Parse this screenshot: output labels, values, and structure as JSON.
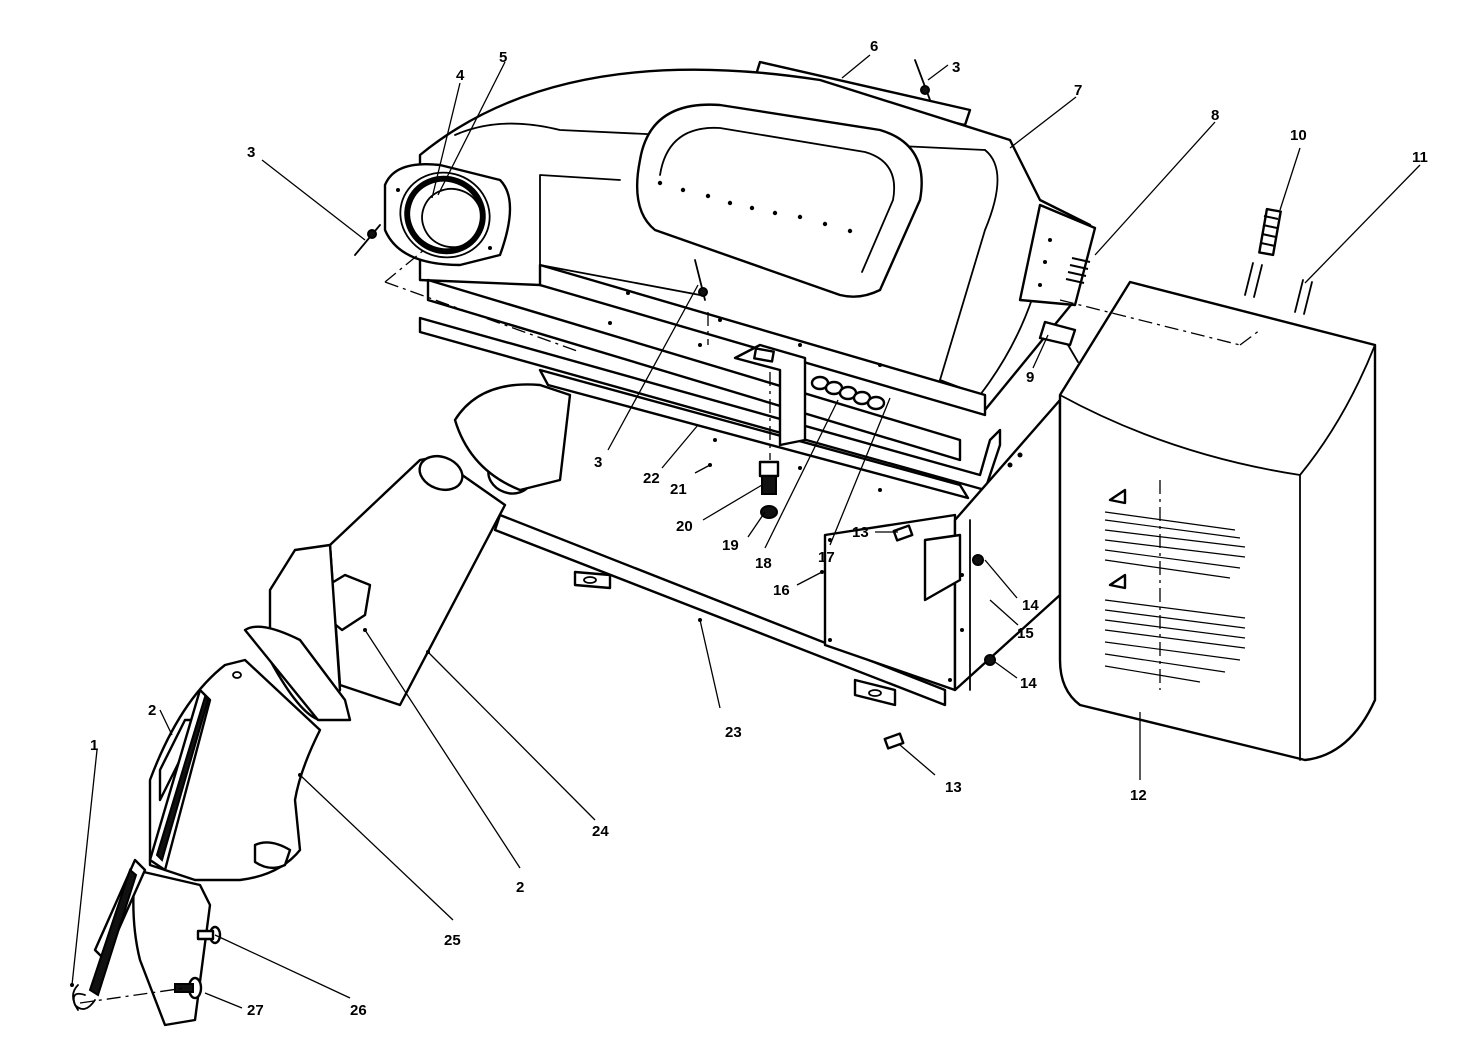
{
  "callouts": [
    {
      "id": "c1",
      "label": "1"
    },
    {
      "id": "c2a",
      "label": "2"
    },
    {
      "id": "c2b",
      "label": "2"
    },
    {
      "id": "c3a",
      "label": "3"
    },
    {
      "id": "c3b",
      "label": "3"
    },
    {
      "id": "c3c",
      "label": "3"
    },
    {
      "id": "c4",
      "label": "4"
    },
    {
      "id": "c5",
      "label": "5"
    },
    {
      "id": "c6",
      "label": "6"
    },
    {
      "id": "c7",
      "label": "7"
    },
    {
      "id": "c8",
      "label": "8"
    },
    {
      "id": "c9",
      "label": "9"
    },
    {
      "id": "c10",
      "label": "10"
    },
    {
      "id": "c11",
      "label": "11"
    },
    {
      "id": "c12",
      "label": "12"
    },
    {
      "id": "c13a",
      "label": "13"
    },
    {
      "id": "c13b",
      "label": "13"
    },
    {
      "id": "c14a",
      "label": "14"
    },
    {
      "id": "c14b",
      "label": "14"
    },
    {
      "id": "c15",
      "label": "15"
    },
    {
      "id": "c16",
      "label": "16"
    },
    {
      "id": "c17",
      "label": "17"
    },
    {
      "id": "c18",
      "label": "18"
    },
    {
      "id": "c19",
      "label": "19"
    },
    {
      "id": "c20",
      "label": "20"
    },
    {
      "id": "c21",
      "label": "21"
    },
    {
      "id": "c22",
      "label": "22"
    },
    {
      "id": "c23",
      "label": "23"
    },
    {
      "id": "c24",
      "label": "24"
    },
    {
      "id": "c25",
      "label": "25"
    },
    {
      "id": "c26",
      "label": "26"
    },
    {
      "id": "c27",
      "label": "27"
    }
  ]
}
